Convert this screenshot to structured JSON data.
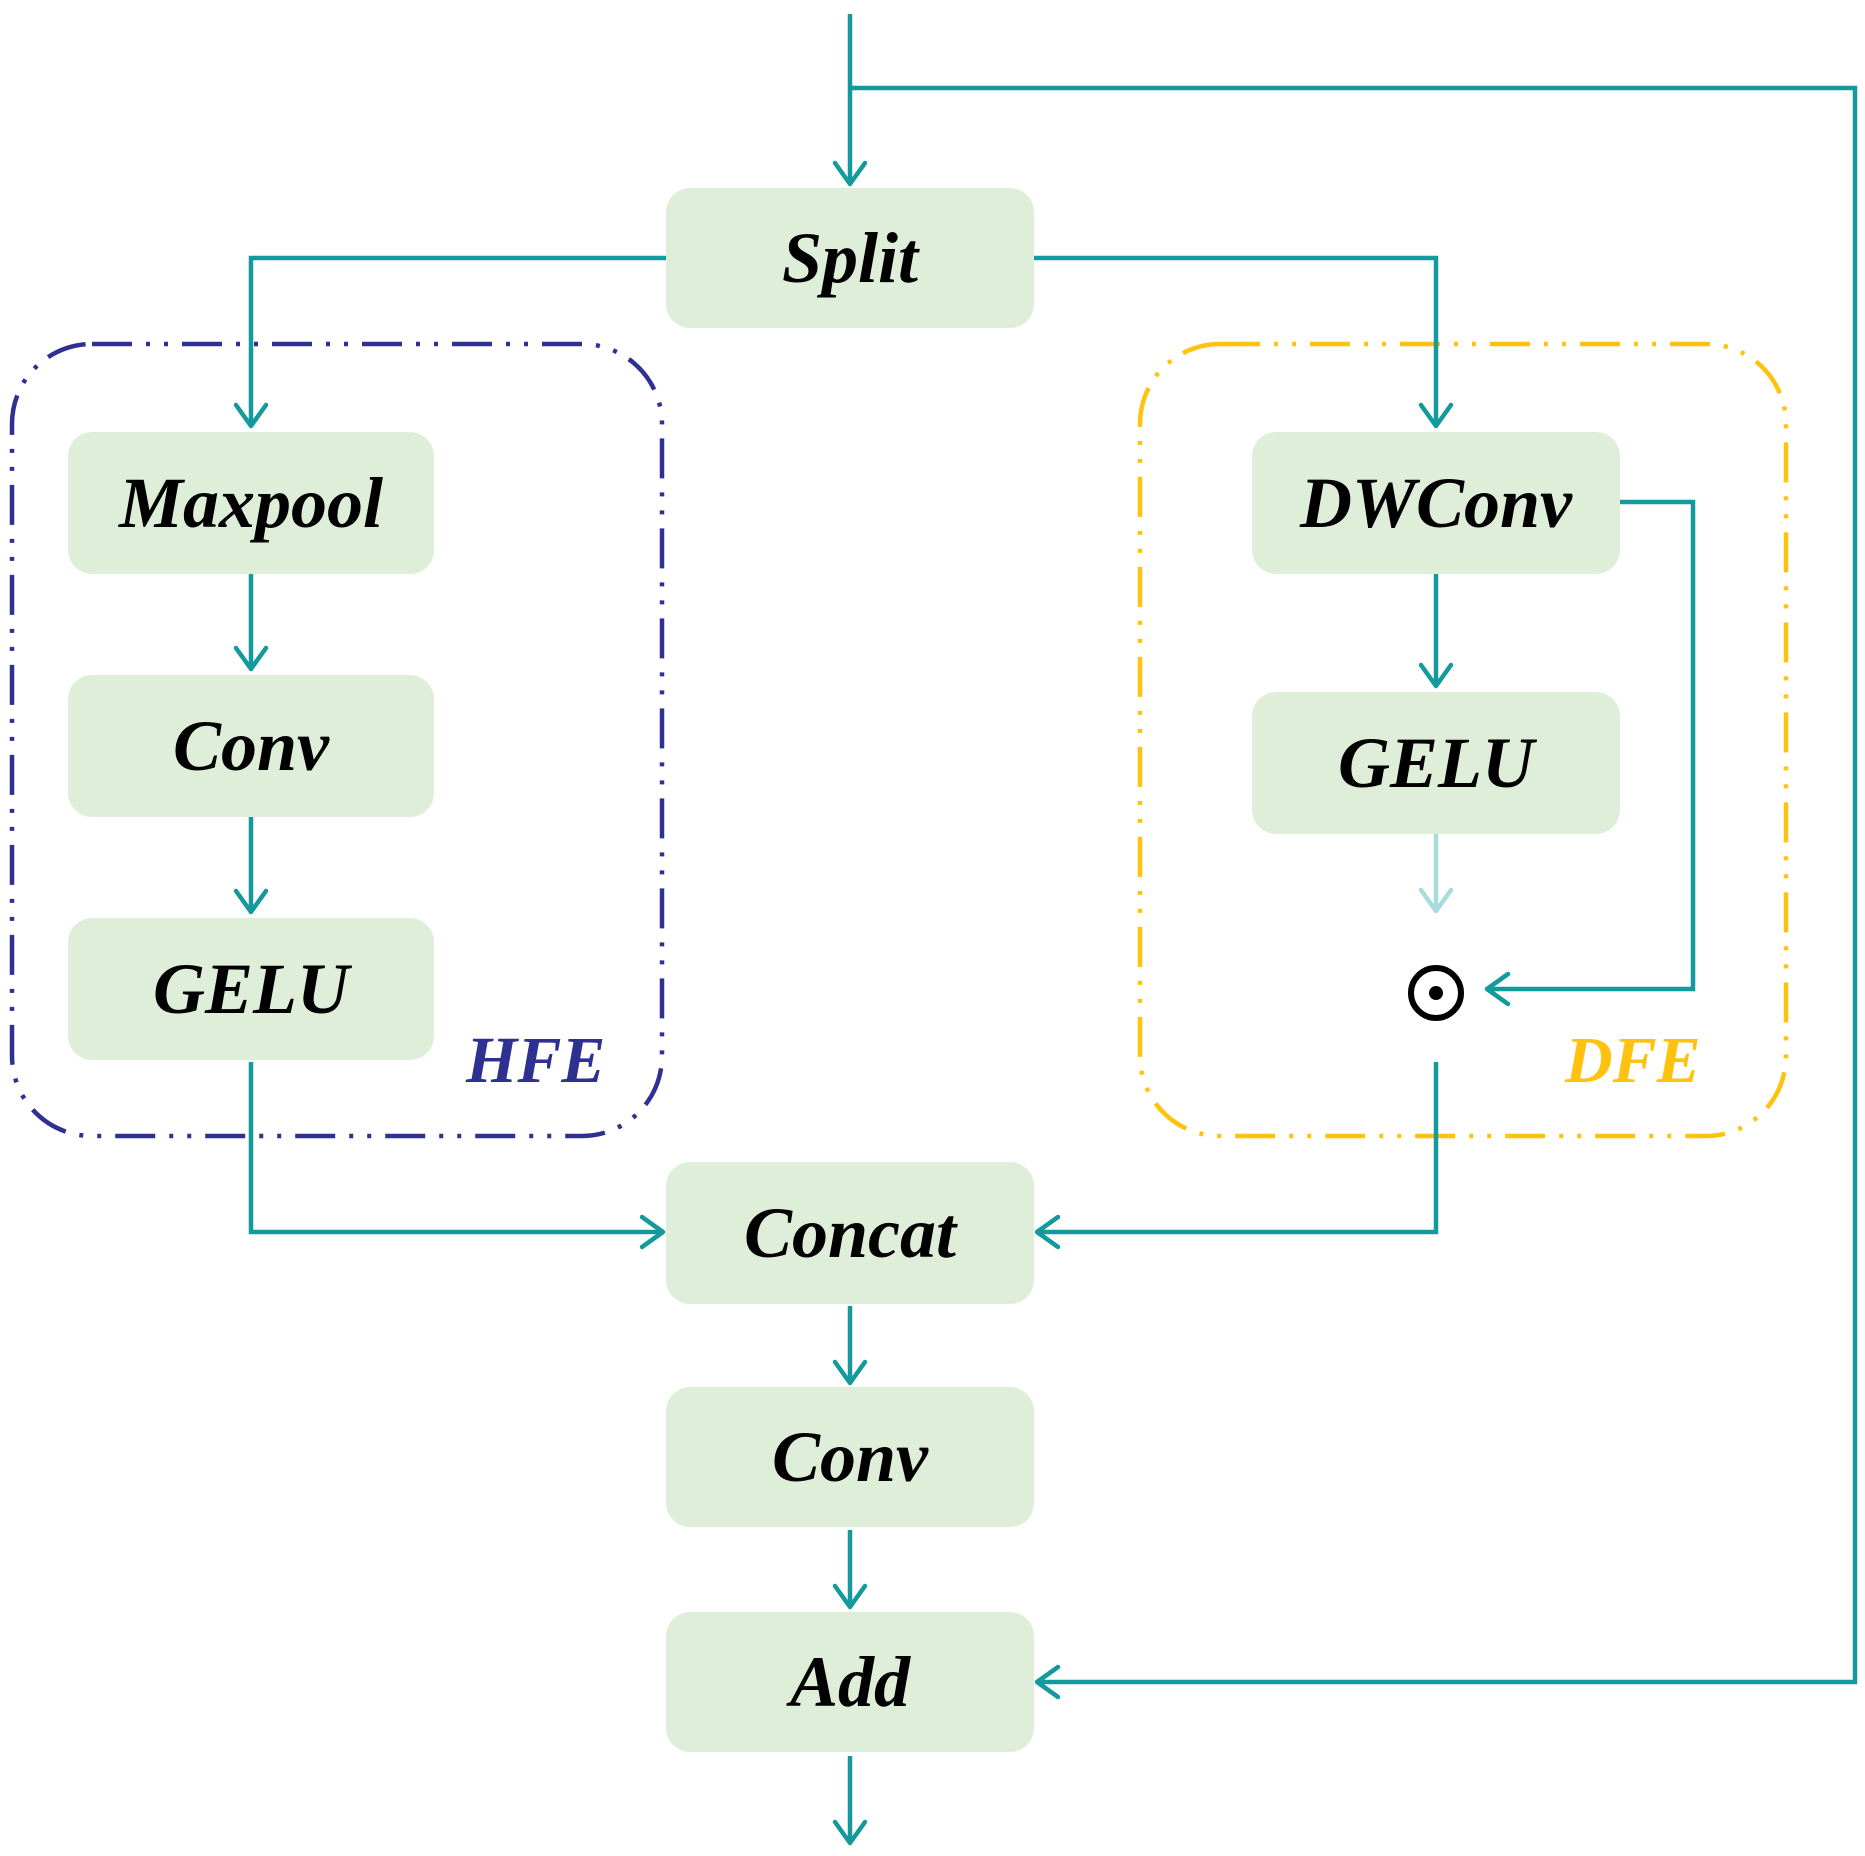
{
  "colors": {
    "background": "#ffffff",
    "node_fill": "#dfeed9",
    "connector": "#14999c",
    "connector_faded": "#a7dbdc",
    "hfe_border": "#2e3192",
    "dfe_border": "#ffc20e",
    "text": "#000000"
  },
  "nodes": {
    "split": "Split",
    "maxpool": "Maxpool",
    "hfe_conv": "Conv",
    "hfe_gelu": "GELU",
    "dwconv": "DWConv",
    "dfe_gelu": "GELU",
    "concat": "Concat",
    "conv": "Conv",
    "add": "Add"
  },
  "operators": {
    "elementwise_product": "⊙"
  },
  "groups": {
    "hfe": {
      "label": "HFE",
      "border_style": "dash-dot",
      "color": "#2e3192"
    },
    "dfe": {
      "label": "DFE",
      "border_style": "dash-dot",
      "color": "#ffc20e"
    }
  },
  "edges": [
    {
      "from": "input",
      "to": "split"
    },
    {
      "from": "split",
      "to": "maxpool"
    },
    {
      "from": "maxpool",
      "to": "hfe_conv"
    },
    {
      "from": "hfe_conv",
      "to": "hfe_gelu"
    },
    {
      "from": "split",
      "to": "dwconv"
    },
    {
      "from": "dwconv",
      "to": "dfe_gelu"
    },
    {
      "from": "dfe_gelu",
      "to": "elementwise_product"
    },
    {
      "from": "dwconv",
      "to": "elementwise_product"
    },
    {
      "from": "hfe_gelu",
      "to": "concat"
    },
    {
      "from": "elementwise_product",
      "to": "concat"
    },
    {
      "from": "concat",
      "to": "conv"
    },
    {
      "from": "conv",
      "to": "add"
    },
    {
      "from": "input",
      "to": "add",
      "kind": "residual"
    },
    {
      "from": "add",
      "to": "output"
    }
  ]
}
